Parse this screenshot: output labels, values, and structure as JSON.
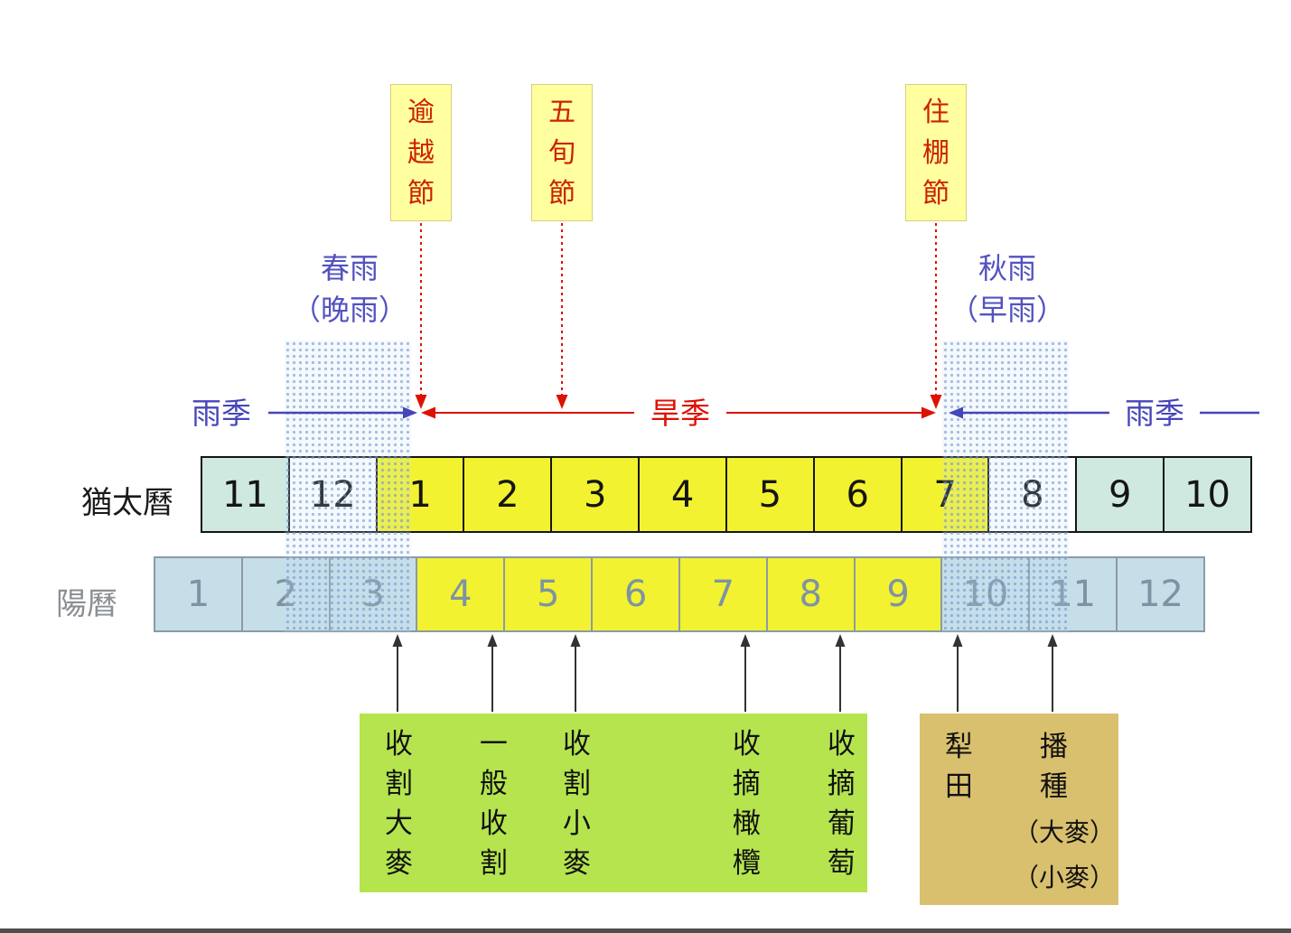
{
  "festivals": [
    {
      "name": "passover",
      "label": "逾越節"
    },
    {
      "name": "pentecost",
      "label": "五旬節"
    },
    {
      "name": "tabernacles",
      "label": "住棚節"
    }
  ],
  "rain_periods": [
    {
      "name": "spring-rain",
      "title": "春雨",
      "subtitle": "（晚雨）"
    },
    {
      "name": "autumn-rain",
      "title": "秋雨",
      "subtitle": "（早雨）"
    }
  ],
  "season_line": {
    "rainy_left": "雨季",
    "dry": "旱季",
    "rainy_right": "雨季"
  },
  "calendars": {
    "jewish": {
      "label": "猶太曆",
      "months": [
        "11",
        "12",
        "1",
        "2",
        "3",
        "4",
        "5",
        "6",
        "7",
        "8",
        "9",
        "10"
      ],
      "cell_colors": [
        "teal",
        "plain",
        "yellow",
        "yellow",
        "yellow",
        "yellow",
        "yellow",
        "yellow",
        "yellow",
        "plain",
        "teal",
        "teal"
      ]
    },
    "solar": {
      "label": "陽曆",
      "months": [
        "1",
        "2",
        "3",
        "4",
        "5",
        "6",
        "7",
        "8",
        "9",
        "10",
        "11",
        "12"
      ],
      "cell_colors": [
        "blue",
        "blue",
        "blue",
        "yellow",
        "yellow",
        "yellow",
        "yellow",
        "yellow",
        "yellow",
        "blue",
        "blue",
        "blue"
      ]
    }
  },
  "activities": {
    "harvest": [
      "收割大麥",
      "一般收割",
      "收割小麥",
      "收摘橄欖",
      "收摘葡萄"
    ],
    "plow_sow": {
      "columns": [
        "犁田",
        "播種"
      ],
      "notes": [
        "（大麥）",
        "（小麥）"
      ]
    }
  },
  "colors": {
    "festival_bg": "#ffffa0",
    "festival_text": "#cc2200",
    "rain_text": "#5252c2",
    "rainy_text": "#4646bb",
    "dry_text": "#dd1100",
    "teal_cell": "#cfe9e1",
    "yellow_cell": "#f2f230",
    "blue_cell": "#c6dee8",
    "green_box": "#b5e44f",
    "tan_box": "#d9c06e"
  }
}
